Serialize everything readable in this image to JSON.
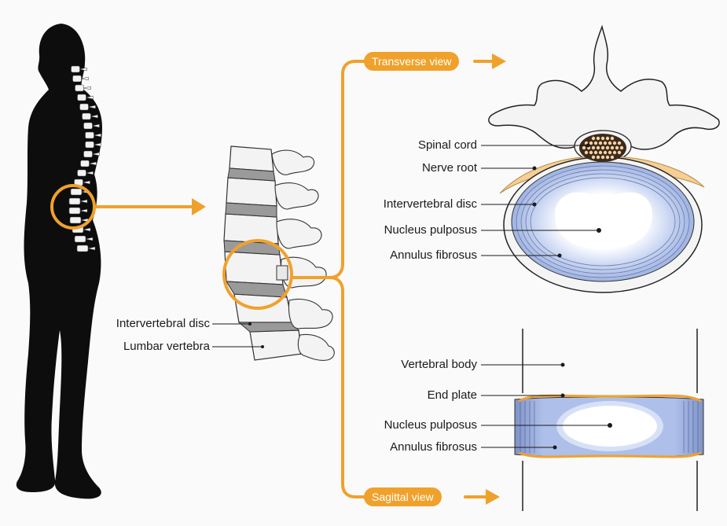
{
  "colors": {
    "accent": "#f0a12b",
    "silhouette": "#0d0d0d",
    "bone": "#f2f2f2",
    "disc_blue": "#a9bde8",
    "nucleus": "#ffffff",
    "nerve": "#f5cf95"
  },
  "views": {
    "transverse": "Transverse view",
    "sagittal": "Sagittal view"
  },
  "spine_labels": {
    "intervertebral_disc": "Intervertebral disc",
    "lumbar_vertebra": "Lumbar vertebra"
  },
  "transverse_labels": {
    "spinal_cord": "Spinal cord",
    "nerve_root": "Nerve root",
    "intervertebral_disc": "Intervertebral disc",
    "nucleus_pulposus": "Nucleus pulposus",
    "annulus_fibrosus": "Annulus fibrosus"
  },
  "sagittal_labels": {
    "vertebral_body": "Vertebral body",
    "end_plate": "End plate",
    "nucleus_pulposus": "Nucleus pulposus",
    "annulus_fibrosus": "Annulus fibrosus"
  }
}
